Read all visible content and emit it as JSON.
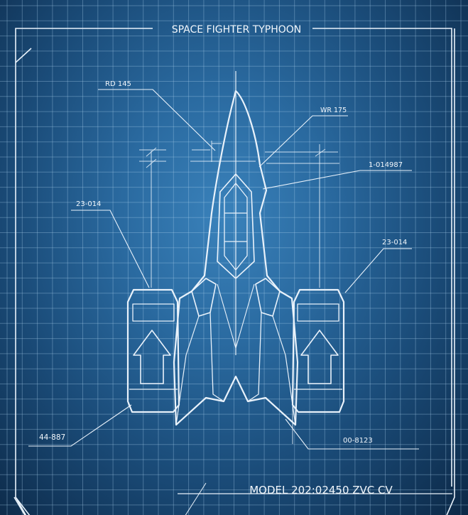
{
  "title": "SPACE FIGHTER TYPHOON",
  "model": "MODEL 202:02450 ZVC CV",
  "callouts": {
    "rd": "RD 145",
    "wr": "WR 175",
    "part_a": "1-014987",
    "left_engine": "23-014",
    "right_engine": "23-014",
    "left_bottom": "44-887",
    "right_bottom": "00-8123"
  },
  "colors": {
    "line": "#e9f2fb",
    "bg_center": "#3a82bb",
    "bg_edge": "#0c2846"
  }
}
